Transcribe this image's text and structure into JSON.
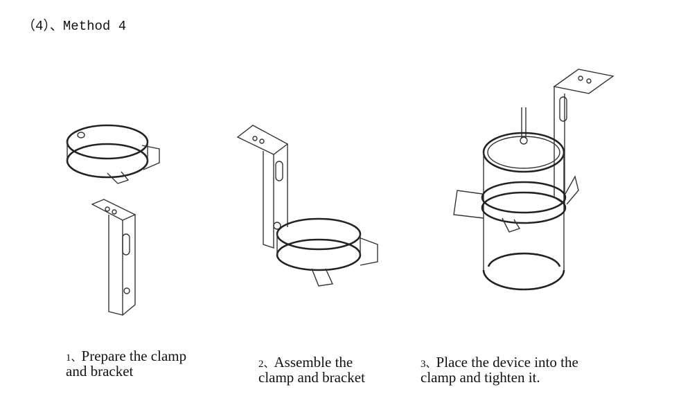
{
  "heading": "（4）、Method 4",
  "steps": [
    {
      "number": "1、",
      "line1": "Prepare the clamp",
      "line2": "and bracket"
    },
    {
      "number": "2、",
      "line1": "Assemble the",
      "line2": "clamp and bracket"
    },
    {
      "number": "3、",
      "line1": "Place the device into the",
      "line2": "clamp and tighten it."
    }
  ]
}
